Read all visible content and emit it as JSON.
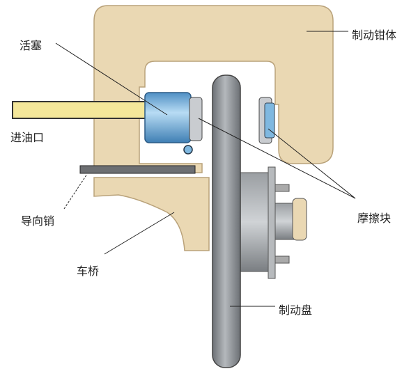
{
  "labels": {
    "piston": "活塞",
    "caliper_body": "制动钳体",
    "oil_inlet": "进油口",
    "guide_pin": "导向销",
    "axle": "车桥",
    "friction_pad": "摩擦块",
    "brake_disc": "制动盘"
  },
  "colors": {
    "body": "#EAD8B3",
    "rod": "#F4E79A",
    "piston": "#7FB8E0",
    "disc": "#8C9095"
  }
}
